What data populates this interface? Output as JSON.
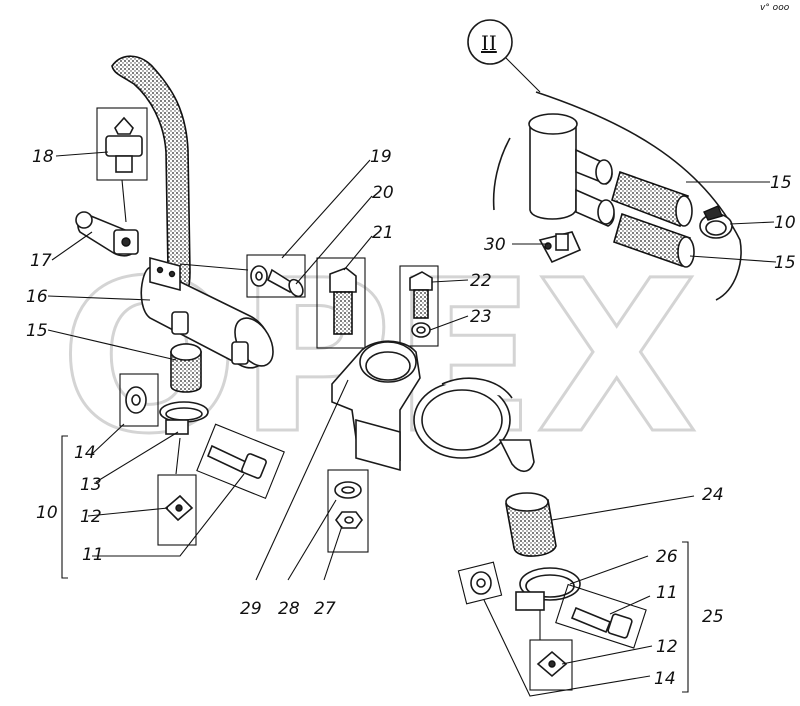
{
  "watermark": {
    "text": "ОРЕХ",
    "color": "#d4d4d4"
  },
  "corner_mark": "v° ooo",
  "detail_view": {
    "label": "II"
  },
  "callouts": {
    "c10a": "10",
    "c10b": "10",
    "c11a": "11",
    "c11b": "11",
    "c12a": "12",
    "c12b": "12",
    "c13": "13",
    "c14a": "14",
    "c14b": "14",
    "c15a": "15",
    "c15b": "15",
    "c15c": "15",
    "c16": "16",
    "c17": "17",
    "c18": "18",
    "c19": "19",
    "c20": "20",
    "c21": "21",
    "c22": "22",
    "c23": "23",
    "c24": "24",
    "c25": "25",
    "c26": "26",
    "c27": "27",
    "c28": "28",
    "c29": "29",
    "c30": "30"
  },
  "colors": {
    "ink": "#111111",
    "paper": "#ffffff"
  }
}
